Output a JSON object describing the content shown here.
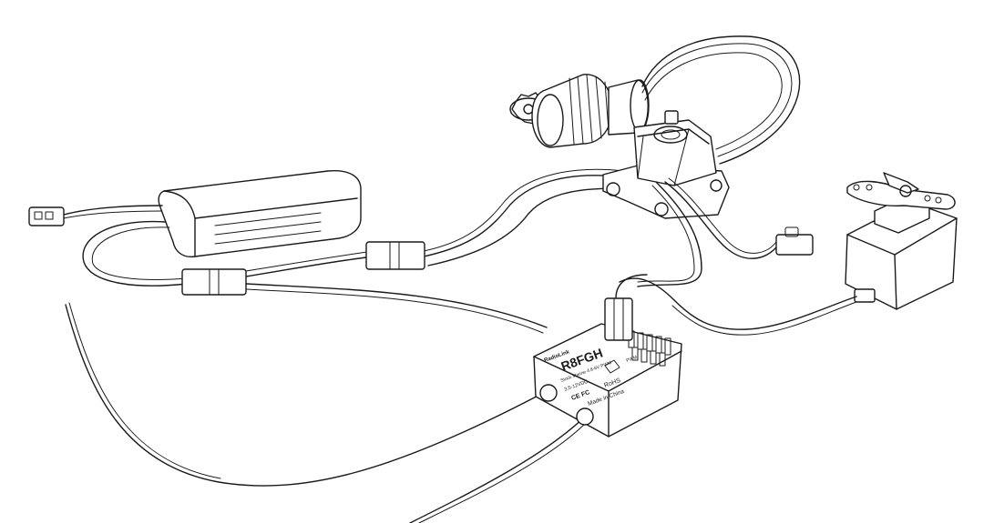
{
  "receiver": {
    "brand": "RadioLink",
    "model": "R8FGH",
    "line2": "Stock Marine 4.8-6V PWM",
    "line3": "3.5-12VDC",
    "ce_mark": "CE FC",
    "rohs": "RoHS",
    "made_in": "Made in China",
    "side": "PWM"
  },
  "colors": {
    "line": "#1a1a1a",
    "background": "#ffffff"
  }
}
